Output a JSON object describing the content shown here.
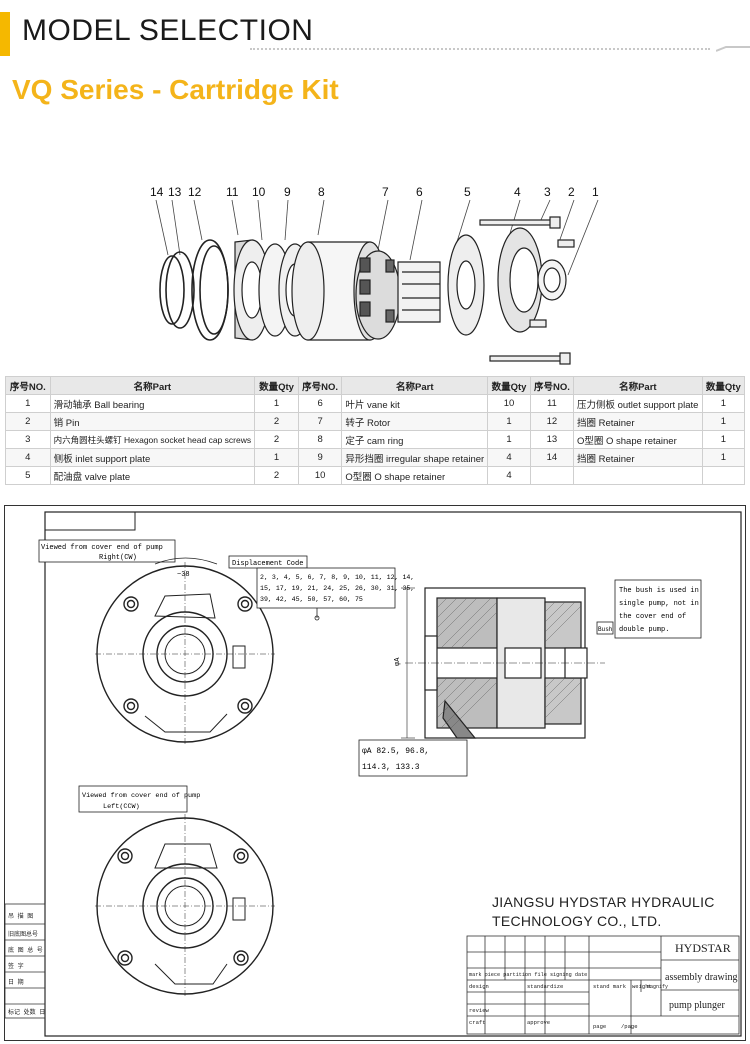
{
  "header": {
    "title": "MODEL SELECTION",
    "accent_color": "#f5b800"
  },
  "subtitle": "VQ Series - Cartridge Kit",
  "subtitle_color": "#f4b41a",
  "exploded_view": {
    "callouts": [
      "14",
      "13",
      "12",
      "11",
      "10",
      "9",
      "8",
      "7",
      "6",
      "5",
      "4",
      "3",
      "2",
      "1"
    ]
  },
  "parts_table": {
    "headers": [
      "序号NO.",
      "名称Part",
      "数量Qty",
      "序号NO.",
      "名称Part",
      "数量Qty",
      "序号NO.",
      "名称Part",
      "数量Qty"
    ],
    "rows": [
      [
        {
          "no": "1",
          "part": "滑动轴承 Ball bearing",
          "qty": "1"
        },
        {
          "no": "6",
          "part": "叶片 vane kit",
          "qty": "10"
        },
        {
          "no": "11",
          "part": "压力侧板 outlet support plate",
          "qty": "1"
        }
      ],
      [
        {
          "no": "2",
          "part": "销 Pin",
          "qty": "2"
        },
        {
          "no": "7",
          "part": "转子 Rotor",
          "qty": "1"
        },
        {
          "no": "12",
          "part": "挡圈 Retainer",
          "qty": "1"
        }
      ],
      [
        {
          "no": "3",
          "part": "内六角圆柱头螺钉 Hexagon socket head cap screws",
          "qty": "2"
        },
        {
          "no": "8",
          "part": "定子 cam ring",
          "qty": "1"
        },
        {
          "no": "13",
          "part": "O型圈 O shape retainer",
          "qty": "1"
        }
      ],
      [
        {
          "no": "4",
          "part": "侧板 inlet support plate",
          "qty": "1"
        },
        {
          "no": "9",
          "part": "异形挡圈 irregular shape retainer",
          "qty": "4"
        },
        {
          "no": "14",
          "part": "挡圈 Retainer",
          "qty": "1"
        }
      ],
      [
        {
          "no": "5",
          "part": "配油盘 valve plate",
          "qty": "2"
        },
        {
          "no": "10",
          "part": "O型圈 O shape retainer",
          "qty": "4"
        },
        {
          "no": "",
          "part": "",
          "qty": ""
        }
      ]
    ]
  },
  "drawing": {
    "view_right_label_1": "Viewed from cover end of pump",
    "view_right_label_2": "Right(CW)",
    "view_left_label_1": "Viewed from cover end of pump",
    "view_left_label_2": "Left(CCW)",
    "displacement_title": "Displacement Code",
    "displacement_line_1": "2, 3, 4, 5, 6, 7, 8, 9, 10, 11, 12, 14,",
    "displacement_line_2": "15, 17, 19, 21, 24, 25, 26, 30, 31, 35,",
    "displacement_line_3": "39, 42, 45, 50, 57, 60, 75",
    "dim_38": "~38",
    "dim_phiA": "φA",
    "diameter_line_1": "φA   82.5, 96.8,",
    "diameter_line_2": "114.3, 133.3",
    "bush_label": "Bush",
    "bush_note_1": "The bush is used in",
    "bush_note_2": "single pump, not in",
    "bush_note_3": "the cover end of",
    "bush_note_4": "double pump.",
    "company_line_1": "JIANGSU HYDSTAR HYDRAULIC",
    "company_line_2": "TECHNOLOGY CO., LTD.",
    "title_block": {
      "brand": "HYDSTAR",
      "drawing_type": "assembly drawing",
      "drawing_name": "pump plunger",
      "header_marks": "mark piece partition  file  signing  date",
      "design": "design",
      "standardize": "standardize",
      "stand_mark": "stand mark",
      "weight": "weight",
      "magnify": "magnify",
      "review": "review",
      "craft": "craft",
      "approve": "approve",
      "page1": "page",
      "page2": "/page"
    }
  }
}
